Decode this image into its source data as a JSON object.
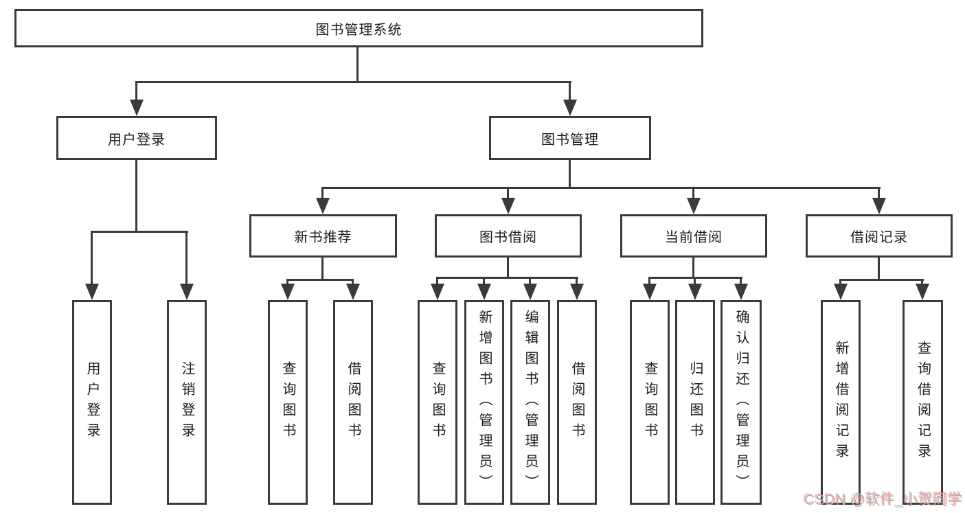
{
  "tree": {
    "label": "图书管理系统",
    "children": [
      {
        "label": "用户登录",
        "children": [
          {
            "label": "用户登录"
          },
          {
            "label": "注销登录"
          }
        ]
      },
      {
        "label": "图书管理",
        "children": [
          {
            "label": "新书推荐",
            "children": [
              {
                "label": "查询图书"
              },
              {
                "label": "借阅图书"
              }
            ]
          },
          {
            "label": "图书借阅",
            "children": [
              {
                "label": "查询图书"
              },
              {
                "label": "新增图书（管理员）"
              },
              {
                "label": "编辑图书（管理员）"
              },
              {
                "label": "借阅图书"
              }
            ]
          },
          {
            "label": "当前借阅",
            "children": [
              {
                "label": "查询图书"
              },
              {
                "label": "归还图书"
              },
              {
                "label": "确认归还（管理员）"
              }
            ]
          },
          {
            "label": "借阅记录",
            "children": [
              {
                "label": "新增借阅记录"
              },
              {
                "label": "查询借阅记录"
              }
            ]
          }
        ]
      }
    ]
  },
  "watermark": {
    "text": "CSDN @软件_小贺同学"
  },
  "colors": {
    "line": "#3a3a3a",
    "box_background": "#ffffff",
    "text": "#1b1b1b",
    "watermark_gray": "#b4b4b4",
    "watermark_red": "#f06a6a"
  }
}
